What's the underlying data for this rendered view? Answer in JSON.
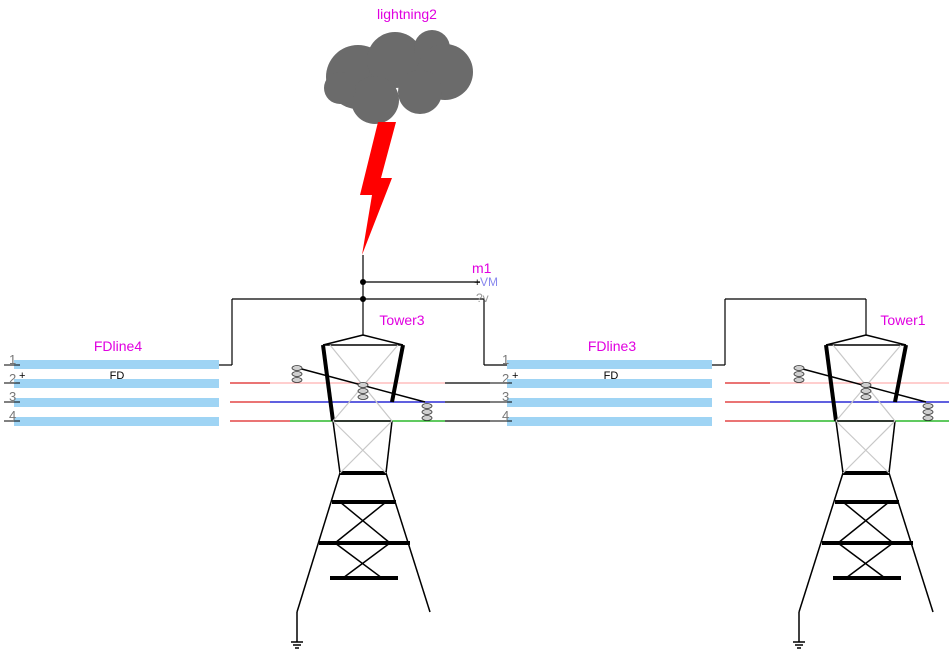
{
  "labels": {
    "lightning": "lightning2",
    "meter": "m1",
    "meter_unit": "VM",
    "meter_sub": "?v",
    "tower_left": "Tower3",
    "tower_right": "Tower1",
    "line_left": "FDline4",
    "line_right": "FDline3",
    "fd_left": "FD",
    "fd_right": "FD",
    "plus": "+"
  },
  "pins": [
    "1",
    "2",
    "3",
    "4"
  ],
  "colors": {
    "component_label": "#e000e0",
    "line_body": "#9fd4f4",
    "bolt": "#ff0000",
    "cloud": "#6b6b6b",
    "phase_a": "#ff8888",
    "phase_b": "#0000cc",
    "phase_c": "#00aa00"
  }
}
